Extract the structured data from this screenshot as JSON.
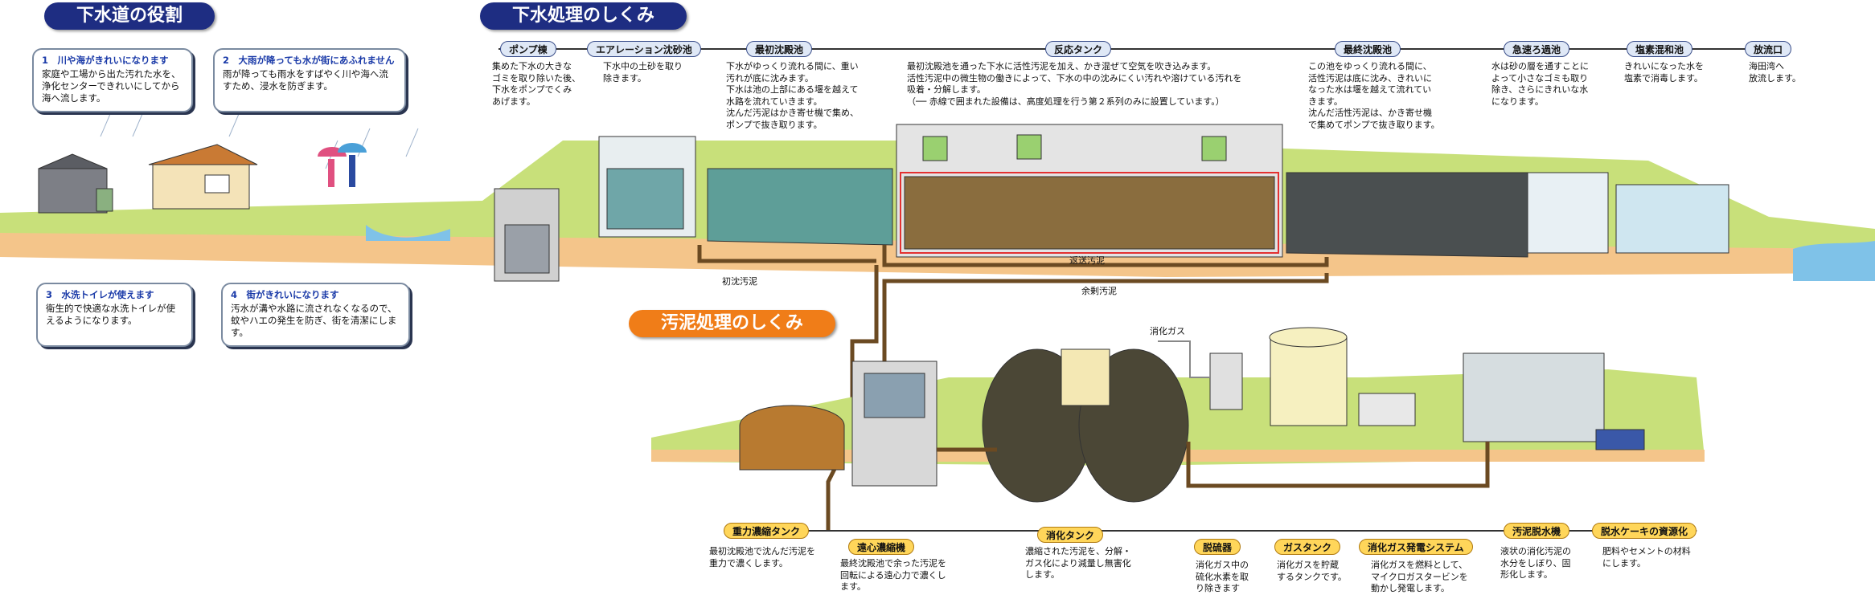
{
  "titles": {
    "role": "下水道の役割",
    "sewage": "下水処理のしくみ",
    "sludge": "汚泥処理のしくみ"
  },
  "roles": [
    {
      "title": "1　川や海がきれいになります",
      "body": "家庭や工場から出た汚れた水を、浄化センターできれいにしてから海へ流します。"
    },
    {
      "title": "2　大雨が降っても水が街にあふれません",
      "body": "雨が降っても雨水をすばやく川や海へ流すため、浸水を防ぎます。"
    },
    {
      "title": "3　水洗トイレが使えます",
      "body": "衛生的で快適な水洗トイレが使えるようになります。"
    },
    {
      "title": "4　街がきれいになります",
      "body": "汚水が溝や水路に流されなくなるので、蚊やハエの発生を防ぎ、街を清潔にします。"
    }
  ],
  "sewage_steps": [
    {
      "label": "ポンプ棟",
      "desc": "集めた下水の大きな\nゴミを取り除いた後、\n下水をポンプでくみ\nあげます。"
    },
    {
      "label": "エアレーション沈砂池",
      "desc": "下水中の土砂を取り\n除きます。"
    },
    {
      "label": "最初沈殿池",
      "desc": "下水がゆっくり流れる間に、重い\n汚れが底に沈みます。\n下水は池の上部にある堰を越えて\n水路を流れていきます。\n沈んだ汚泥はかき寄せ機で集め、\nポンプで抜き取ります。"
    },
    {
      "label": "反応タンク",
      "desc": "最初沈殿池を通った下水に活性汚泥を加え、かき混ぜて空気を吹き込みます。\n活性汚泥中の微生物の働きによって、下水の中の沈みにくい汚れや溶けている汚れを\n吸着・分解します。\n（── 赤線で囲まれた設備は、高度処理を行う第２系列のみに設置しています。）"
    },
    {
      "label": "最終沈殿池",
      "desc": "この池をゆっくり流れる間に、\n活性汚泥は底に沈み、きれいに\nなった水は堰を越えて流れてい\nきます。\n沈んだ活性汚泥は、かき寄せ機\nで集めてポンプで抜き取ります。"
    },
    {
      "label": "急速ろ過池",
      "desc": "水は砂の層を通すことに\nよって小さなゴミも取り\n除き、さらにきれいな水\nになります。"
    },
    {
      "label": "塩素混和池",
      "desc": "きれいになった水を\n塩素で消毒します。"
    },
    {
      "label": "放流口",
      "desc": "海田湾へ\n放流します。"
    }
  ],
  "sludge_steps": [
    {
      "label": "重力濃縮タンク",
      "desc": "最初沈殿池で沈んだ汚泥を\n重力で濃くします。"
    },
    {
      "label": "遠心濃縮機",
      "desc": "最終沈殿池で余った汚泥を\n回転による遠心力で濃くし\nます。"
    },
    {
      "label": "消化タンク",
      "desc": "濃縮された汚泥を、分解・\nガス化により減量し無害化\nします。"
    },
    {
      "label": "脱硫器",
      "desc": "消化ガス中の\n硫化水素を取\nり除きます"
    },
    {
      "label": "ガスタンク",
      "desc": "消化ガスを貯蔵\nするタンクです。"
    },
    {
      "label": "消化ガス発電システム",
      "desc": "消化ガスを燃料として、\nマイクロガスタービンを\n動かし発電します。"
    },
    {
      "label": "汚泥脱水機",
      "desc": "液状の消化汚泥の\n水分をしぼり、固\n形化します。"
    },
    {
      "label": "脱水ケーキの資源化",
      "desc": "肥料やセメントの材料\nにします。"
    }
  ],
  "flow_labels": {
    "return_sludge": "返送汚泥",
    "primary_sludge": "初沈汚泥",
    "excess_sludge": "余剰汚泥",
    "digestion_gas": "消化ガス"
  },
  "colors": {
    "navy": "#1e2d82",
    "orange": "#f07d18",
    "ground": "#c8e07a",
    "earth": "#f4c58a",
    "pipe": "#6b4a22",
    "highlight": "#e33030"
  }
}
